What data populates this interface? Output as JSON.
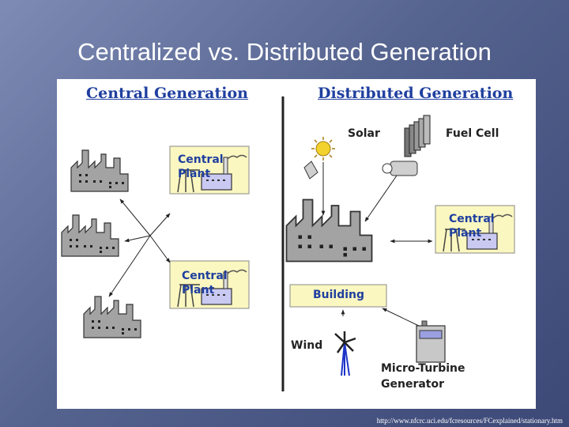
{
  "slide": {
    "title": "Centralized vs. Distributed Generation",
    "source_url": "http://www.nfcrc.uci.edu/fcresources/FCexplained/stationary.htm"
  },
  "diagram": {
    "central": {
      "heading": "Central Generation",
      "plant_label_line1": "Central",
      "plant_label_line2": "Plant"
    },
    "distributed": {
      "heading": "Distributed Generation",
      "solar": "Solar",
      "fuel_cell": "Fuel Cell",
      "plant_label_line1": "Central",
      "plant_label_line2": "Plant",
      "building": "Building",
      "wind": "Wind",
      "turbine_line1": "Micro-Turbine",
      "turbine_line2": "Generator"
    }
  },
  "colors": {
    "heading": "#1f3f9f",
    "plant_box": "#fbf7c0",
    "factory": "#a3a3a3",
    "plant_fill": "#c9c9f2",
    "sun": "#f2d22e"
  }
}
